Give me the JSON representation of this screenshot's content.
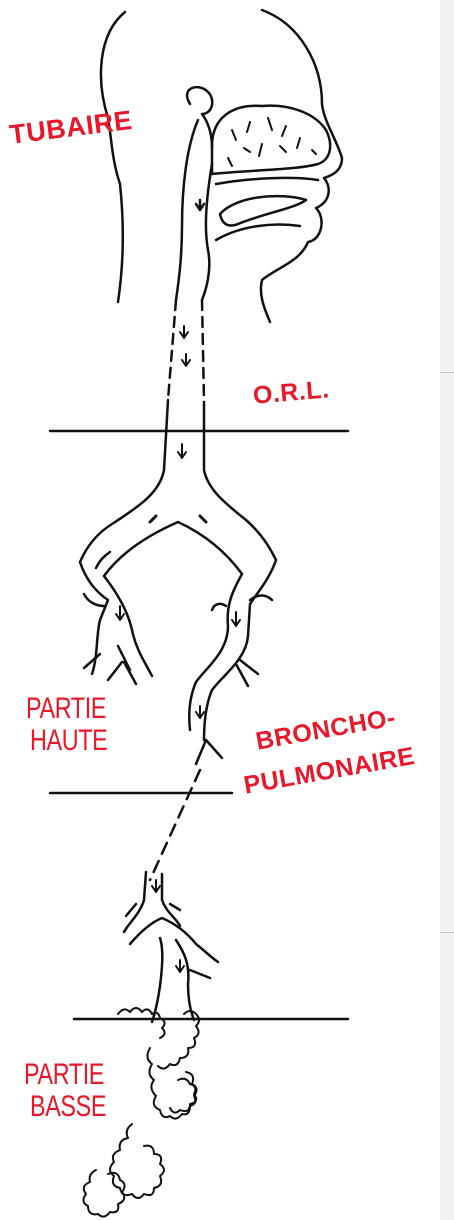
{
  "labels": {
    "tubaire": "TUBAIRE",
    "orl": "O.R.L.",
    "partie_haute_1": "PARTIE",
    "partie_haute_2": "HAUTE",
    "broncho": "BRONCHO-",
    "pulmonaire": "PULMONAIRE",
    "partie_basse_1": "PARTIE",
    "partie_basse_2": "BASSE"
  },
  "colors": {
    "label": "#e8182a",
    "line": "#111111"
  }
}
